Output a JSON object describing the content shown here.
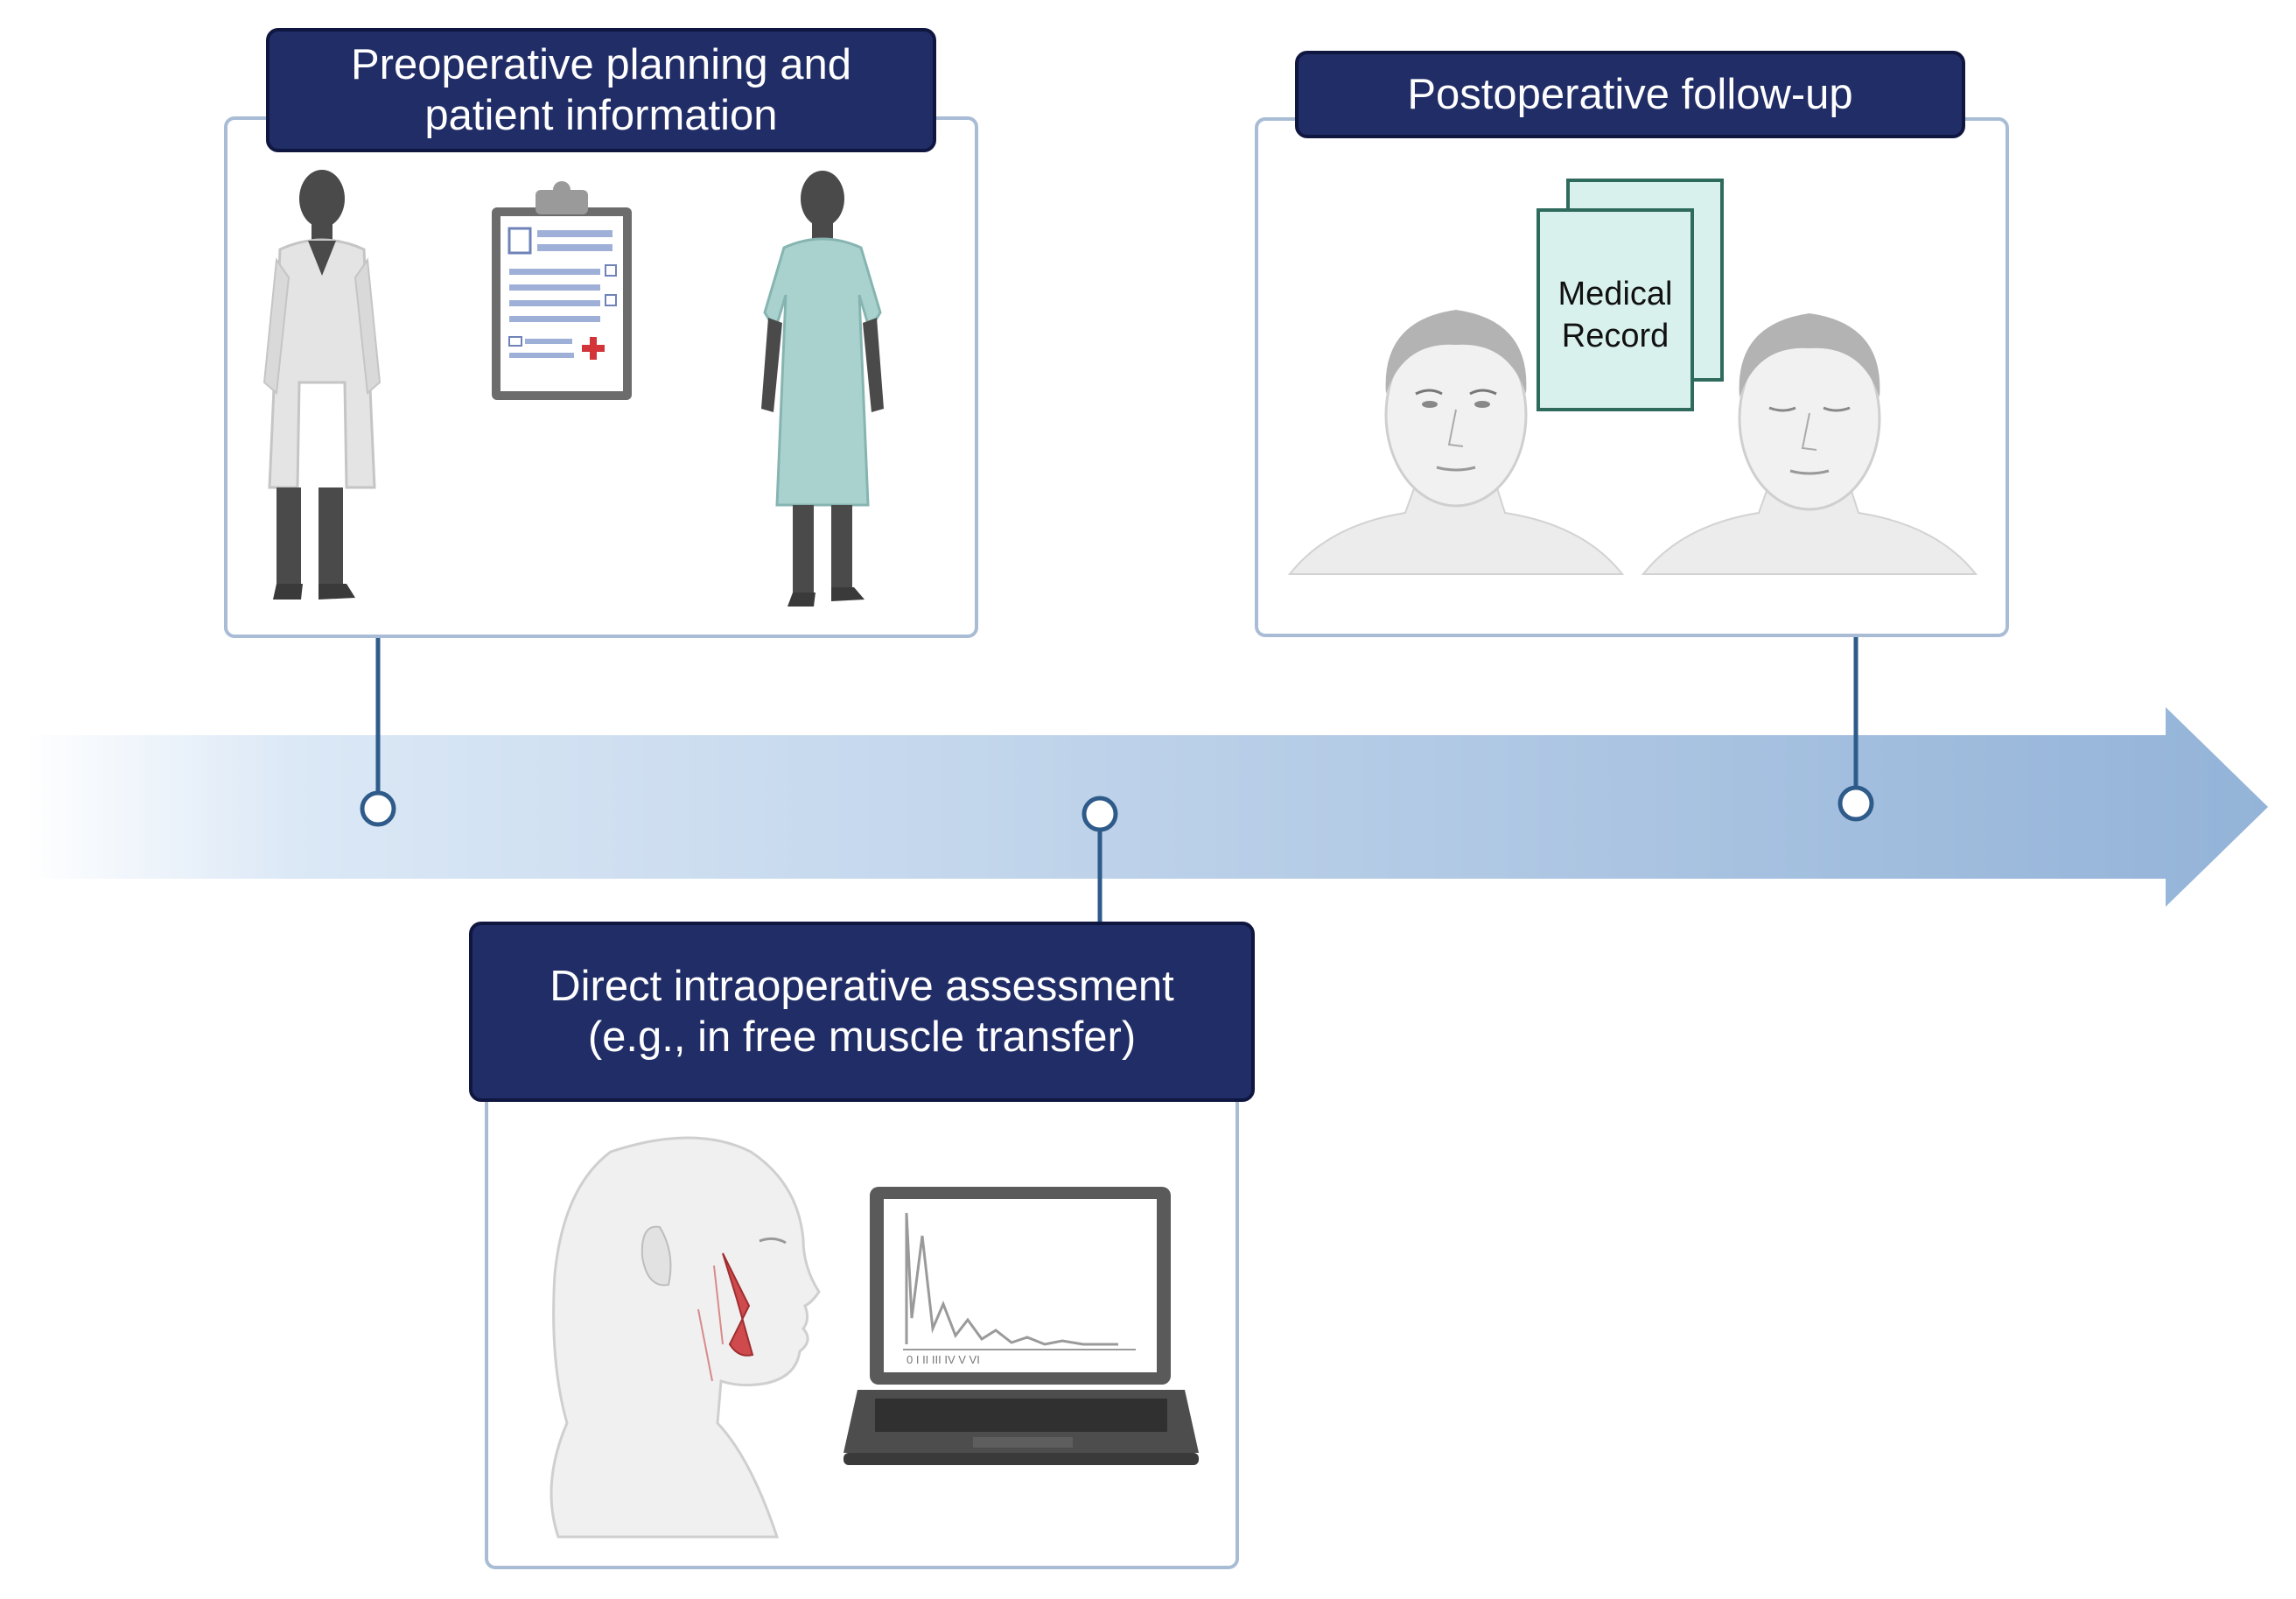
{
  "stages": {
    "preoperative": {
      "line1": "Preoperative planning and",
      "line2": "patient information"
    },
    "intraoperative": {
      "line1": "Direct intraoperative assessment",
      "line2": "(e.g., in free muscle transfer)"
    },
    "postoperative": {
      "line1": "Postoperative follow-up"
    }
  },
  "record": {
    "line1": "Medical",
    "line2": "Record"
  },
  "laptop": {
    "axis_ticks": "0  I  II  III  IV  V  VI"
  },
  "colors": {
    "title_bg": "#212d66",
    "panel_border": "#a9bcd6",
    "timeline": "#93b3d8",
    "connector": "#2f5b8a",
    "gown": "#a9d2cf",
    "record": "#d8f1ec",
    "muscle": "#c8484a"
  },
  "icons": [
    "doctor-icon",
    "clipboard-icon",
    "patient-icon",
    "face-before-icon",
    "face-after-icon",
    "medical-record-icon",
    "head-profile-icon",
    "laptop-icon"
  ]
}
